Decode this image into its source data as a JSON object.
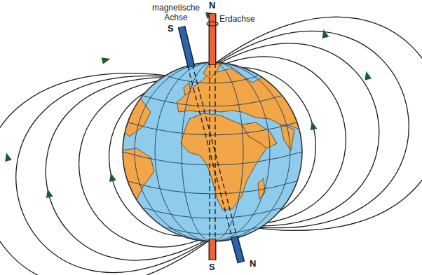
{
  "diagram": {
    "labels": [
      "magnetische Achse",
      "Erdachse",
      "N",
      "S",
      "S",
      "N"
    ]
  }
}
